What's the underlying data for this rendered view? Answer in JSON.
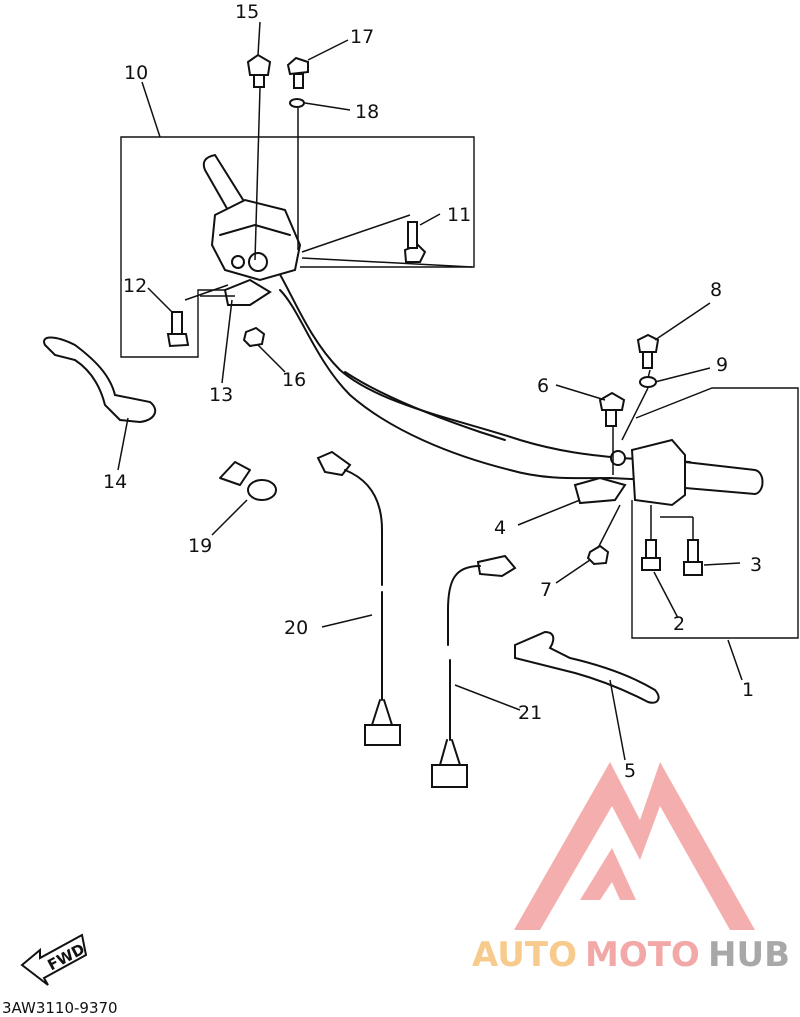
{
  "diagram": {
    "callouts": [
      "1",
      "2",
      "3",
      "4",
      "5",
      "6",
      "7",
      "8",
      "9",
      "10",
      "11",
      "12",
      "13",
      "14",
      "15",
      "16",
      "17",
      "18",
      "19",
      "20",
      "21"
    ],
    "fwd_label": "FWD",
    "drawing_code": "3AW3110-9370",
    "watermark": {
      "text_part1": "AUTO",
      "text_part2": "MOTO",
      "text_part3": "HUB",
      "color_orange": "#f5b96a",
      "color_red": "#f08080",
      "color_gray": "#999999"
    }
  }
}
